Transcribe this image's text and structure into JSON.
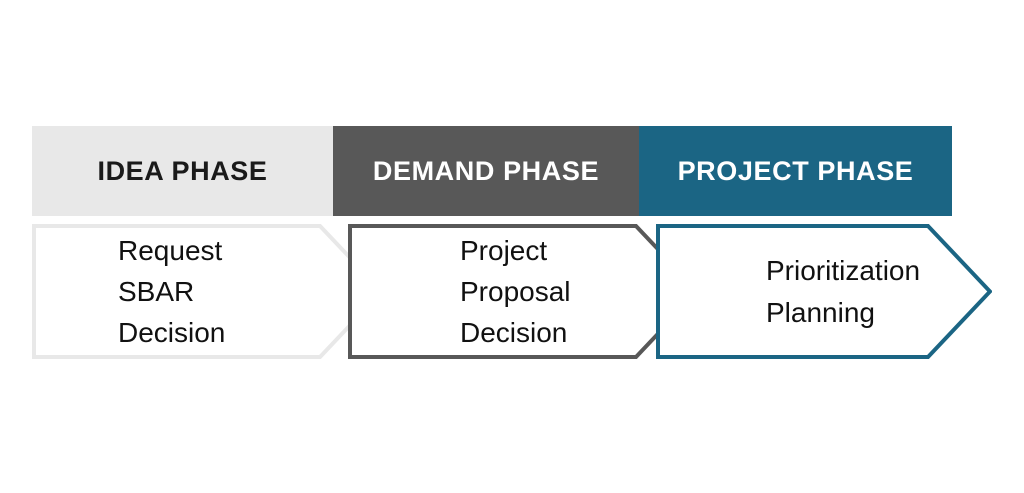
{
  "diagram": {
    "title": "Three phase process chevron diagram",
    "background": "#ffffff",
    "phases": [
      {
        "id": "idea",
        "header": "IDEA PHASE",
        "header_bg": "#e8e8e8",
        "header_text_color": "#1a1a1a",
        "body_text": "Request\nSBAR\nDecision",
        "body_fill": "#ffffff",
        "body_border": "#e8e8e8"
      },
      {
        "id": "demand",
        "header": "DEMAND PHASE",
        "header_bg": "#585858",
        "header_text_color": "#ffffff",
        "body_text": "Project\nProposal\nDecision",
        "body_fill": "#ffffff",
        "body_border": "#585858"
      },
      {
        "id": "project",
        "header": "PROJECT PHASE",
        "header_bg": "#1b6584",
        "header_text_color": "#ffffff",
        "body_text": "Prioritization\nPlanning",
        "body_fill": "#ffffff",
        "body_border": "#1b6584"
      }
    ]
  }
}
